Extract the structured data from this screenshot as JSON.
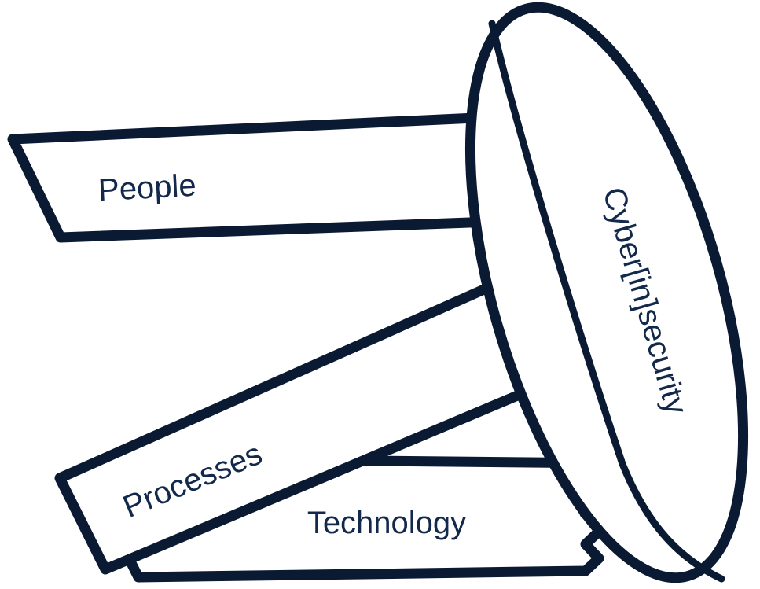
{
  "diagram": {
    "labels": {
      "people": "People",
      "processes": "Processes",
      "technology": "Technology",
      "tabletop": "Cyber[in]security"
    },
    "colors": {
      "ink": "#0b1a33",
      "text": "#13294b",
      "fill": "#ffffff"
    }
  }
}
